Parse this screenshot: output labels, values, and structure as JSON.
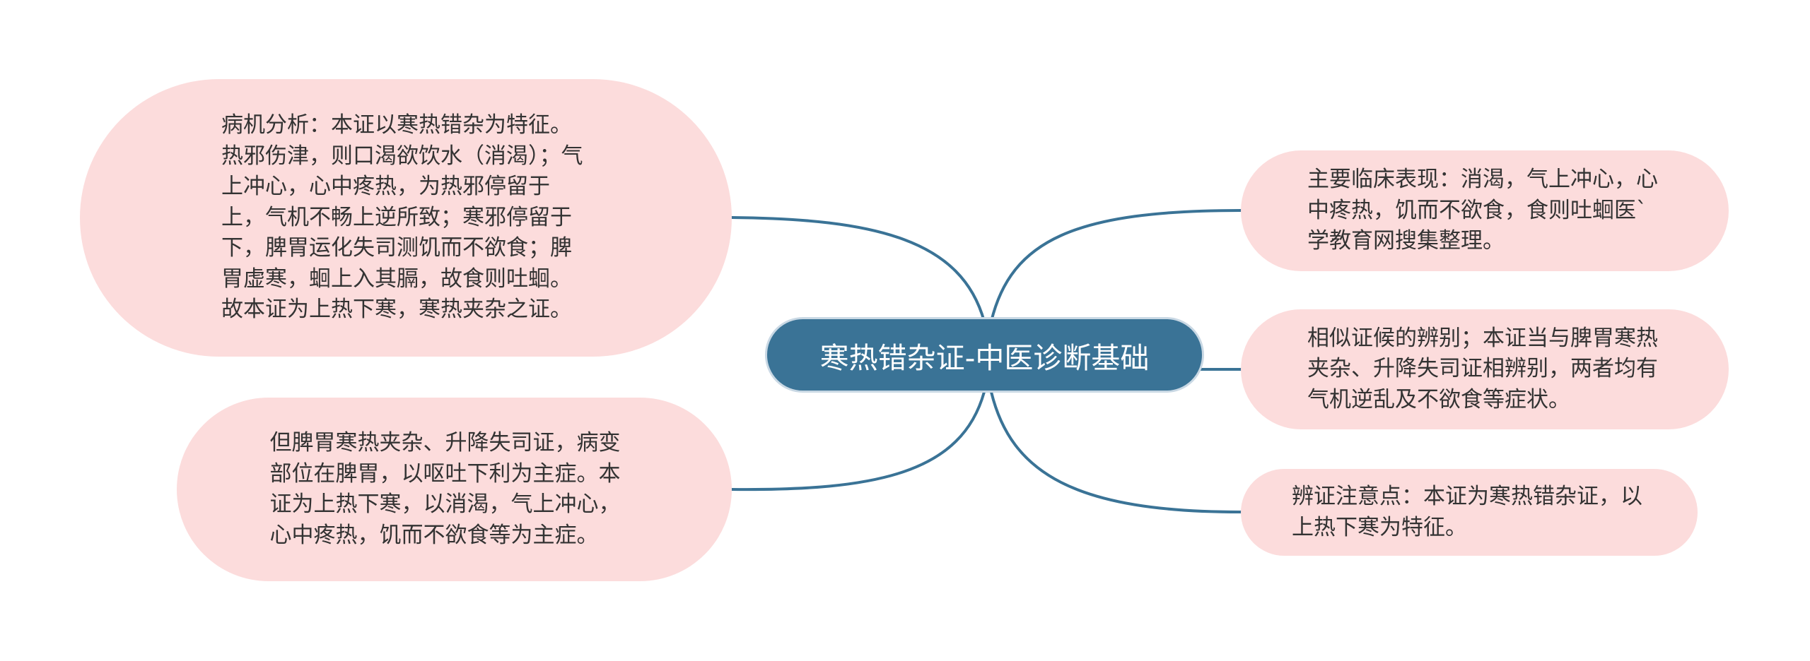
{
  "colors": {
    "central_fill": "#3a7396",
    "central_text": "#ffffff",
    "branch_fill": "#fcdcdc",
    "branch_text": "#333333",
    "connector": "#3a7396"
  },
  "central": {
    "title": "寒热错杂证-中医诊断基础"
  },
  "branches": {
    "pathogenesis": {
      "text": "病机分析：本证以寒热错杂为特征。热邪伤津，则口渴欲饮水（消渴）；气上冲心，心中疼热，为热邪停留于上，气机不畅上逆所致；寒邪停留于下，脾胃运化失司测饥而不欲食；脾胃虚寒，蛔上入其膈，故食则吐蛔。故本证为上热下寒，寒热夹杂之证。"
    },
    "comparison_detail": {
      "text": "但脾胃寒热夹杂、升降失司证，病变部位在脾胃，以呕吐下利为主症。本证为上热下寒，以消渴，气上冲心，心中疼热，饥而不欲食等为主症。"
    },
    "main_symptoms": {
      "text": "主要临床表现：消渴，气上冲心，心中疼热，饥而不欲食，食则吐蛔医`学教育网搜集整理。"
    },
    "differentiation": {
      "text": "相似证候的辨别；本证当与脾胃寒热夹杂、升降失司证相辨别，两者均有气机逆乱及不欲食等症状。"
    },
    "key_points": {
      "text": "辨证注意点：本证为寒热错杂证，以上热下寒为特征。"
    }
  }
}
